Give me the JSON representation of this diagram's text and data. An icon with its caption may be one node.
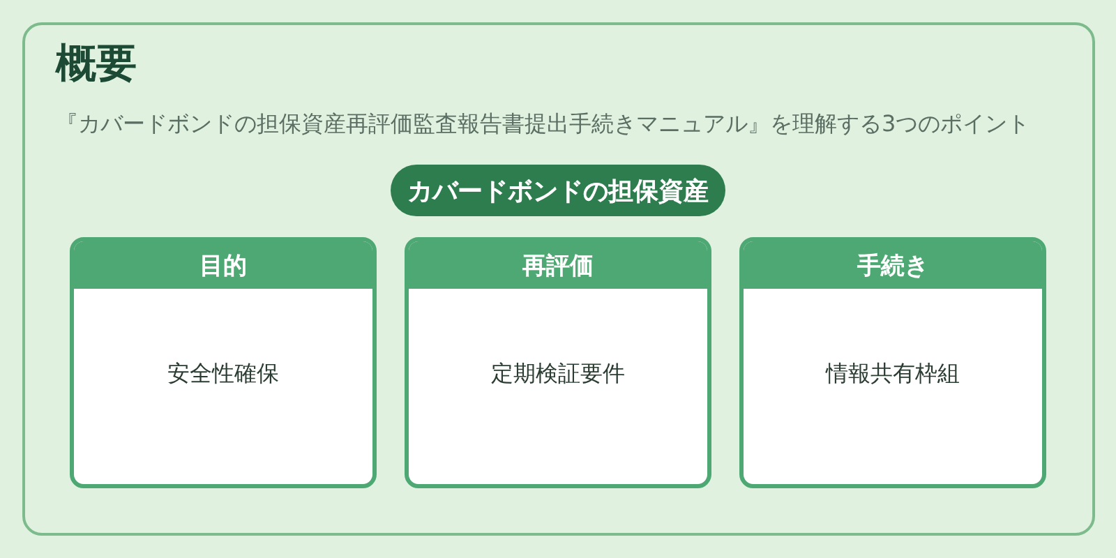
{
  "diagram": {
    "nodes": [
      {
        "text": [
          "概要",
          "『カバードボンドの担保資産再評価監査報告書提出手続きマニュアル』を理解する3つのポイント"
        ]
      },
      {
        "text": [
          "カバードボンドの担保資産"
        ],
        "in": 0
      },
      {
        "text": [
          "目的",
          "安全性確保"
        ],
        "in": 0
      },
      {
        "text": [
          "再評価",
          "定期検証要件"
        ],
        "in": 0
      },
      {
        "text": [
          "手続き",
          "情報共有枠組"
        ],
        "in": 0
      }
    ]
  }
}
